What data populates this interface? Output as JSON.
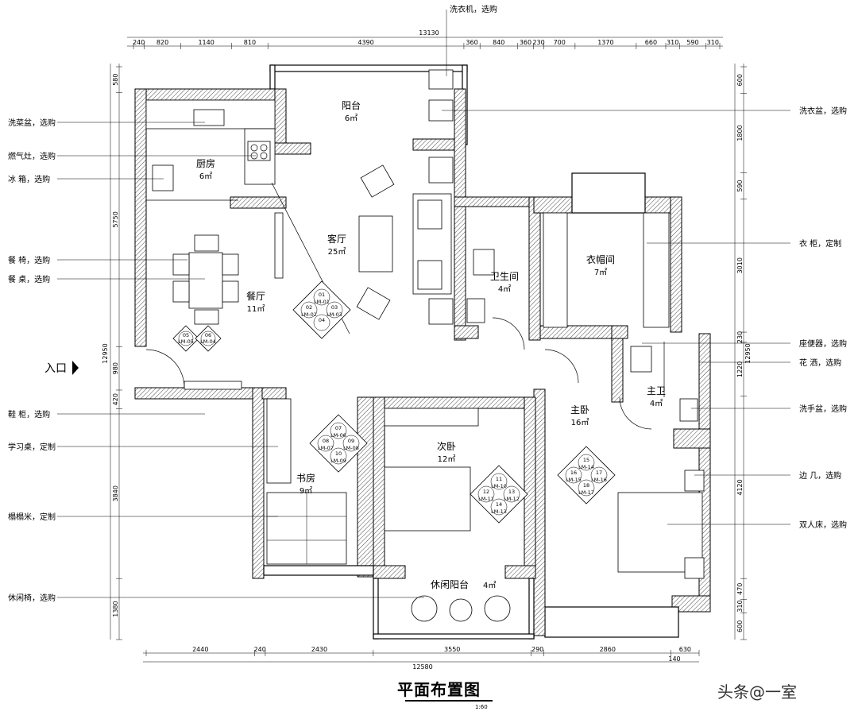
{
  "drawing": {
    "title": "平面布置图",
    "scale": "1:60",
    "watermark": "头条@一室",
    "entrance_label": "入口"
  },
  "dimensions": {
    "top_total": "13130",
    "top_segments": [
      "240",
      "820",
      "1140",
      "810",
      "4390",
      "360",
      "840",
      "360",
      "230",
      "700",
      "1370",
      "660",
      "310",
      "590",
      "310"
    ],
    "bottom_total": "12580",
    "bottom_segments": [
      "2440",
      "240",
      "2430",
      "3550",
      "290",
      "2860",
      "630"
    ],
    "bottom_extra": "140",
    "left_total": "12950",
    "left_segments": [
      "580",
      "5750",
      "980",
      "420",
      "3840",
      "1380"
    ],
    "right_total": "12950",
    "right_segments": [
      "600",
      "1800",
      "590",
      "3010",
      "230",
      "1220",
      "4120",
      "470",
      "310",
      "600"
    ]
  },
  "rooms": [
    {
      "name": "阳台",
      "area": "6㎡"
    },
    {
      "name": "厨房",
      "area": "6㎡"
    },
    {
      "name": "客厅",
      "area": "25㎡"
    },
    {
      "name": "餐厅",
      "area": "11㎡"
    },
    {
      "name": "卫生间",
      "area": "4㎡"
    },
    {
      "name": "衣帽间",
      "area": "7㎡"
    },
    {
      "name": "主卫",
      "area": "4㎡"
    },
    {
      "name": "主卧",
      "area": "16㎡"
    },
    {
      "name": "次卧",
      "area": "12㎡"
    },
    {
      "name": "书房",
      "area": "9㎡"
    },
    {
      "name": "休闲阳台",
      "area": "4㎡"
    }
  ],
  "callouts_left": [
    "洗菜盆，选购",
    "燃气灶，选购",
    "冰  箱，选购",
    "餐  椅，选购",
    "餐  桌，选购",
    "鞋  柜，选购",
    "学习桌，定制",
    "榻榻米，定制",
    "休闲椅，选购"
  ],
  "callouts_right": [
    "洗衣盆，选购",
    "衣  柜，定制",
    "座便器，选购",
    "花  洒，选购",
    "洗手盆，选购",
    "边  几，选购",
    "双人床，选购"
  ],
  "callout_top": "洗衣机，选购",
  "lighting_groups": [
    {
      "nums": [
        "01",
        "02",
        "03",
        "04"
      ],
      "codes": [
        "LM-01",
        "LM-02",
        "LM-03"
      ]
    },
    {
      "nums": [
        "05",
        "06"
      ],
      "codes": [
        "LM-04",
        "LM-05"
      ]
    },
    {
      "nums": [
        "07",
        "08",
        "09",
        "10"
      ],
      "codes": [
        "LM-06",
        "LM-07",
        "LM-08",
        "LM-09"
      ]
    },
    {
      "nums": [
        "11",
        "12",
        "13",
        "14"
      ],
      "codes": [
        "LM-10",
        "LM-11",
        "LM-12",
        "LM-13"
      ]
    },
    {
      "nums": [
        "15",
        "16",
        "17",
        "18"
      ],
      "codes": [
        "LM-14",
        "LM-15",
        "LM-16",
        "LM-17"
      ]
    }
  ]
}
